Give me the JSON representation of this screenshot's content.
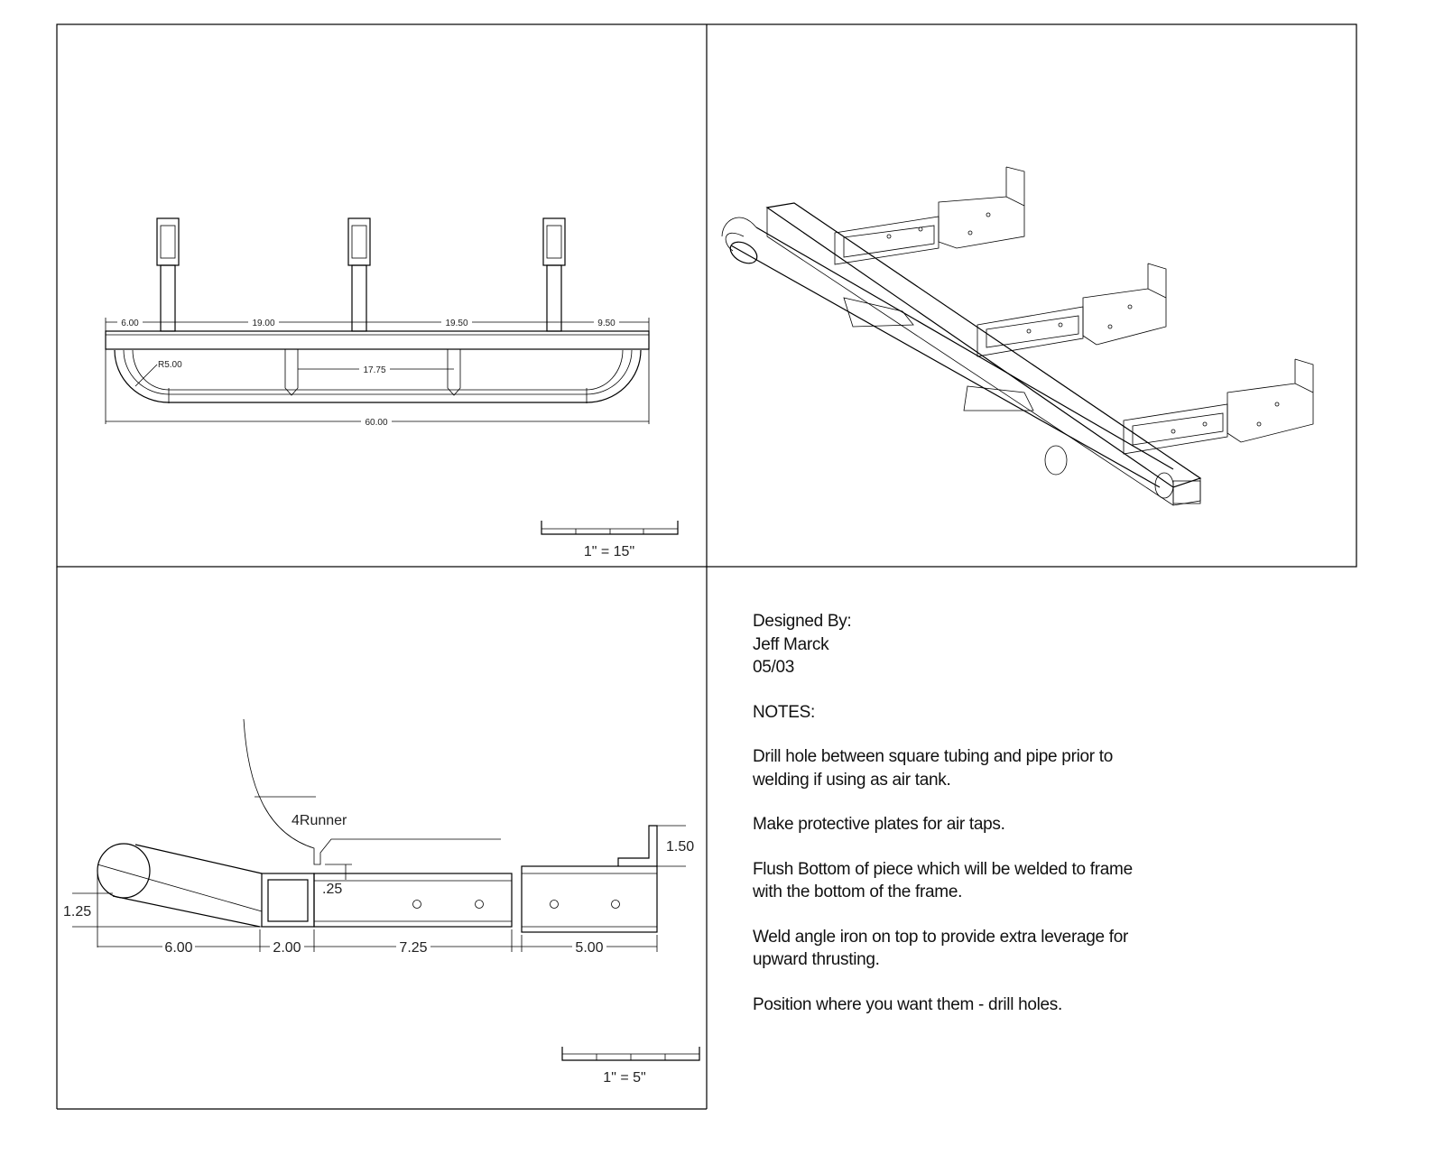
{
  "top_view": {
    "dims": {
      "d1": "6.00",
      "d2": "19.00",
      "d3": "19.50",
      "d4": "9.50",
      "radius": "R5.00",
      "inner": "17.75",
      "overall": "60.00"
    },
    "scale": "1\" = 15\""
  },
  "side_view": {
    "label": "4Runner",
    "dims": {
      "pipe_height": "1.25",
      "gap": ".25",
      "angle_height": "1.50",
      "d1": "6.00",
      "d2": "2.00",
      "d3": "7.25",
      "d4": "5.00"
    },
    "scale": "1\" = 5\""
  },
  "notes": {
    "designed_by_label": "Designed By:",
    "designer": "Jeff Marck",
    "date": "05/03",
    "notes_heading": "NOTES:",
    "items": [
      [
        "Drill hole between square tubing and pipe prior to",
        "welding if using as air tank."
      ],
      [
        "Make protective plates for air taps."
      ],
      [
        "Flush Bottom of piece which will be welded to frame",
        "with the bottom of the frame."
      ],
      [
        "Weld angle iron on top to provide extra leverage for",
        "upward thrusting."
      ],
      [
        "Position where you want them - drill holes."
      ]
    ]
  }
}
